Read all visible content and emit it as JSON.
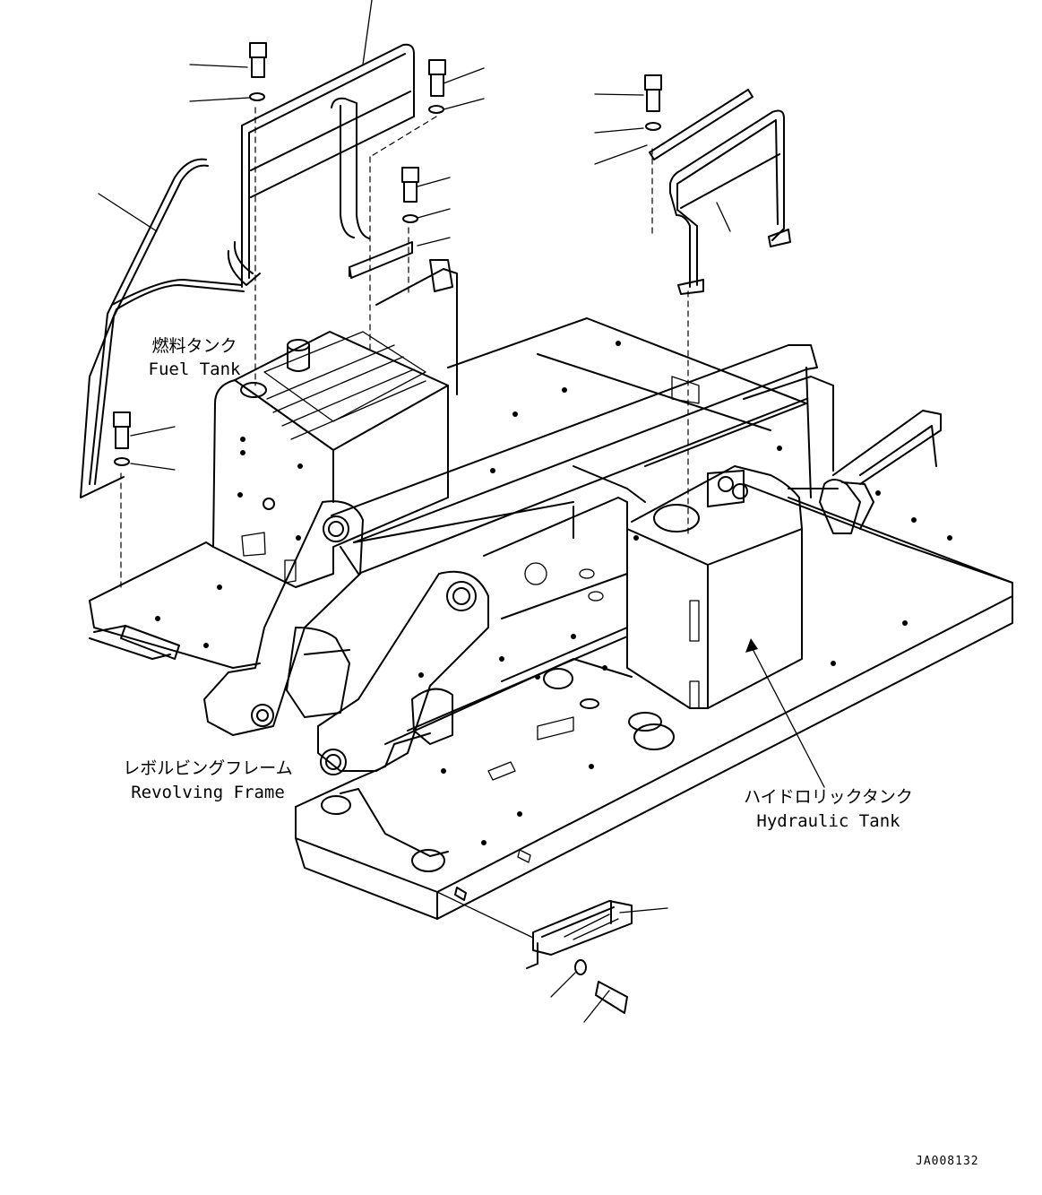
{
  "labels": {
    "fuel_tank_jp": "燃料タンク",
    "fuel_tank_en": "Fuel Tank",
    "revolving_frame_jp": "レボルビングフレーム",
    "revolving_frame_en": "Revolving Frame",
    "hydraulic_tank_jp": "ハイドロリックタンク",
    "hydraulic_tank_en": "Hydraulic Tank"
  },
  "drawing_code": "JA008132"
}
